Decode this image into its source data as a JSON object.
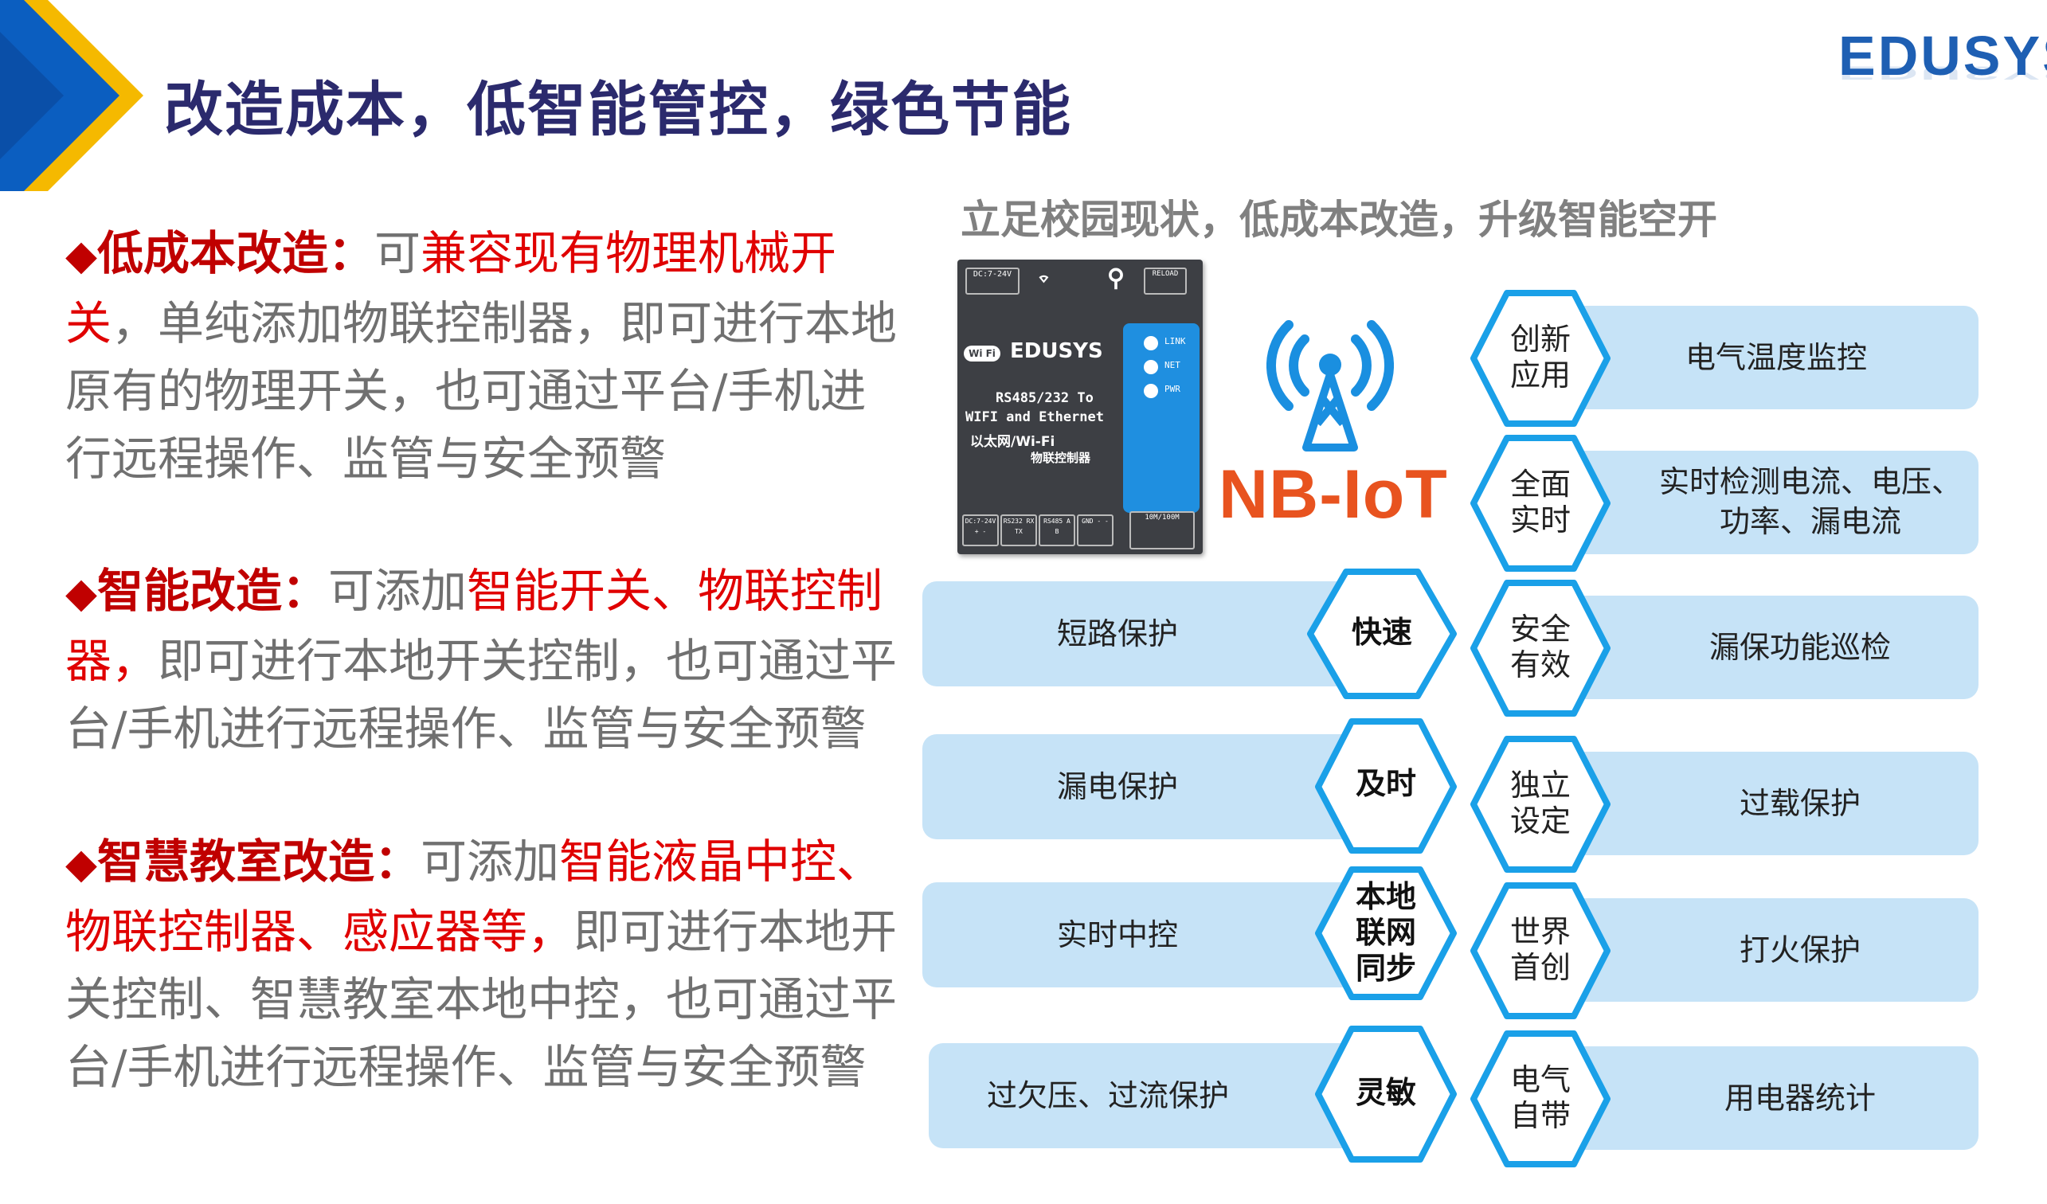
{
  "page": {
    "title": "改造成本，低智能管控，绿色节能",
    "logo": "EDUSYS",
    "subtitle": "立足校园现状，低成本改造，升级智能空开"
  },
  "sections": [
    {
      "bullet": "◆",
      "heading": "低成本改造：",
      "lead": "可",
      "highlight": "兼容现有物理机械开关",
      "body": "，单纯添加物联控制器，即可进行本地原有的物理开关，也可通过平台/手机进行远程操作、监管与安全预警"
    },
    {
      "bullet": "◆",
      "heading": "智能改造：",
      "lead": "可添加",
      "highlight": "智能开关、物联控制器，",
      "body": "即可进行本地开关控制，也可通过平台/手机进行远程操作、监管与安全预警"
    },
    {
      "bullet": "◆",
      "heading": "智慧教室改造：",
      "lead": "可添加",
      "highlight": "智能液晶中控、物联控制器、感应器等，",
      "body": "即可进行本地开关控制、智慧教室本地中控，也可通过平台/手机进行远程操作、监管与安全预警"
    }
  ],
  "device": {
    "power_label": "DC:7-24V",
    "reload_label": "RELOAD",
    "wifi_badge": "Wi Fi",
    "brand": "EDUSYS",
    "line1": "RS485/232 To",
    "line2": "WIFI and Ethernet",
    "line3": "以太网/Wi-Fi",
    "line4": "物联控制器",
    "leds": [
      "LINK",
      "NET",
      "PWR"
    ],
    "ports": [
      "DC:7-24V + -",
      "RS232 RX TX",
      "RS485 A B",
      "GND - -"
    ],
    "eth_label": "10M/100M"
  },
  "nbiot_label": "NB-IoT",
  "left_features": [
    {
      "bar": "短路保护",
      "hex": "快速"
    },
    {
      "bar": "漏电保护",
      "hex": "及时"
    },
    {
      "bar": "实时中控",
      "hex": "本地联网同步"
    },
    {
      "bar": "过欠压、过流保护",
      "hex": "灵敏"
    }
  ],
  "right_features": [
    {
      "hex": "创新应用",
      "bar": "电气温度监控"
    },
    {
      "hex": "全面实时",
      "bar": "实时检测电流、电压、功率、漏电流"
    },
    {
      "hex": "安全有效",
      "bar": "漏保功能巡检"
    },
    {
      "hex": "独立设定",
      "bar": "过载保护"
    },
    {
      "hex": "世界首创",
      "bar": "打火保护"
    },
    {
      "hex": "电气自带",
      "bar": "用电器统计"
    }
  ],
  "colors": {
    "title": "#2b2a6d",
    "accent_red": "#c00000",
    "body_gray": "#707070",
    "bar_blue": "#c6e3f7",
    "hex_border": "#1aa0e8",
    "corner_blue": "#0b5ec0",
    "corner_gold": "#f5b900"
  }
}
